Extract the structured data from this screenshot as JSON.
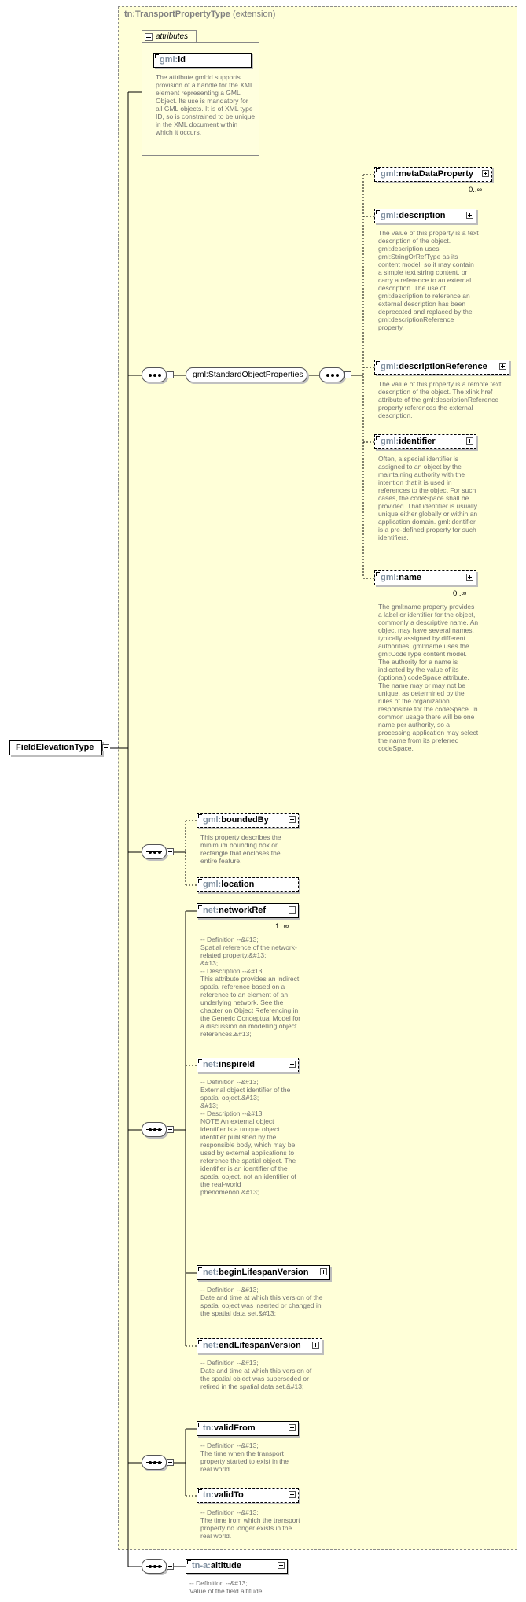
{
  "extension": {
    "title": "tn:TransportPropertyType",
    "qualifier": "(extension)"
  },
  "attributes": {
    "tab_label": "attributes",
    "id_prefix": "gml:",
    "id_name": "id",
    "id_doc": "The attribute gml:id supports provision of a handle for the XML element representing a GML Object. Its use is mandatory for all GML objects. It is of XML type ID, so is constrained to be unique in the XML document within which it occurs."
  },
  "root": {
    "label": "FieldElevationType"
  },
  "group": {
    "label": "gml:StandardObjectProperties"
  },
  "elements": {
    "metaDataProperty": {
      "prefix": "gml:",
      "name": "metaDataProperty",
      "card": "0..∞"
    },
    "description": {
      "prefix": "gml:",
      "name": "description",
      "doc": "The value of this property is a text description of the object. gml:description uses gml:StringOrRefType as its content model, so it may contain a simple text string content, or carry a reference to an external description. The use of gml:description to reference an external description has been deprecated and replaced by the gml:descriptionReference property."
    },
    "descriptionReference": {
      "prefix": "gml:",
      "name": "descriptionReference",
      "doc": "The value of this property is a remote text description of the object. The xlink:href attribute of the gml:descriptionReference property references the external description."
    },
    "identifier": {
      "prefix": "gml:",
      "name": "identifier",
      "doc": "Often, a special identifier is assigned to an object by the maintaining authority with the intention that it is used in references to the object For such cases, the codeSpace shall be provided. That identifier is usually unique either globally or within an application domain. gml:identifier is a pre-defined property for such identifiers."
    },
    "name": {
      "prefix": "gml:",
      "name": "name",
      "card": "0..∞",
      "doc": "The gml:name property provides a label or identifier for the object, commonly a descriptive name. An object may have several names, typically assigned by different authorities. gml:name uses the gml:CodeType content model.  The authority for a name is indicated by the value of its (optional) codeSpace attribute.  The name may or may not be unique, as determined by the rules of the organization responsible for the codeSpace.  In common usage there will be one name per authority, so a processing application may select the name from its preferred codeSpace."
    },
    "boundedBy": {
      "prefix": "gml:",
      "name": "boundedBy",
      "doc": "This property describes the minimum bounding box or rectangle that encloses the entire feature."
    },
    "location": {
      "prefix": "gml:",
      "name": "location"
    },
    "networkRef": {
      "prefix": "net:",
      "name": "networkRef",
      "card": "1..∞",
      "doc": "-- Definition --&#13;\nSpatial reference of the network-related property.&#13;\n&#13;\n-- Description --&#13;\nThis attribute provides an indirect spatial reference based on a reference to an element of an underlying network. See the chapter on Object Referencing in the Generic Conceptual Model for a discussion on modelling object references.&#13;"
    },
    "inspireId": {
      "prefix": "net:",
      "name": "inspireId",
      "doc": "-- Definition --&#13;\nExternal object identifier of the spatial object.&#13;\n&#13;\n-- Description --&#13;\nNOTE An external object identifier is a unique object identifier published by the responsible body, which may be used by external applications to reference the spatial object. The identifier is an identifier of the spatial object, not an identifier of the real-world phenomenon.&#13;"
    },
    "beginLifespanVersion": {
      "prefix": "net:",
      "name": "beginLifespanVersion",
      "doc": "-- Definition --&#13;\nDate and time at which this version of the spatial object was inserted or changed in the spatial data set.&#13;"
    },
    "endLifespanVersion": {
      "prefix": "net:",
      "name": "endLifespanVersion",
      "doc": "-- Definition --&#13;\nDate and time at which this version of the spatial object was superseded or retired in the spatial data set.&#13;"
    },
    "validFrom": {
      "prefix": "tn:",
      "name": "validFrom",
      "doc": "-- Definition --&#13;\nThe time when the transport property started to exist in the real world."
    },
    "validTo": {
      "prefix": "tn:",
      "name": "validTo",
      "doc": "-- Definition --&#13;\nThe time from which the transport property no longer exists in the real world."
    },
    "altitude": {
      "prefix": "tn-a:",
      "name": "altitude",
      "doc": "-- Definition --&#13;\nValue of the field altitude."
    }
  }
}
